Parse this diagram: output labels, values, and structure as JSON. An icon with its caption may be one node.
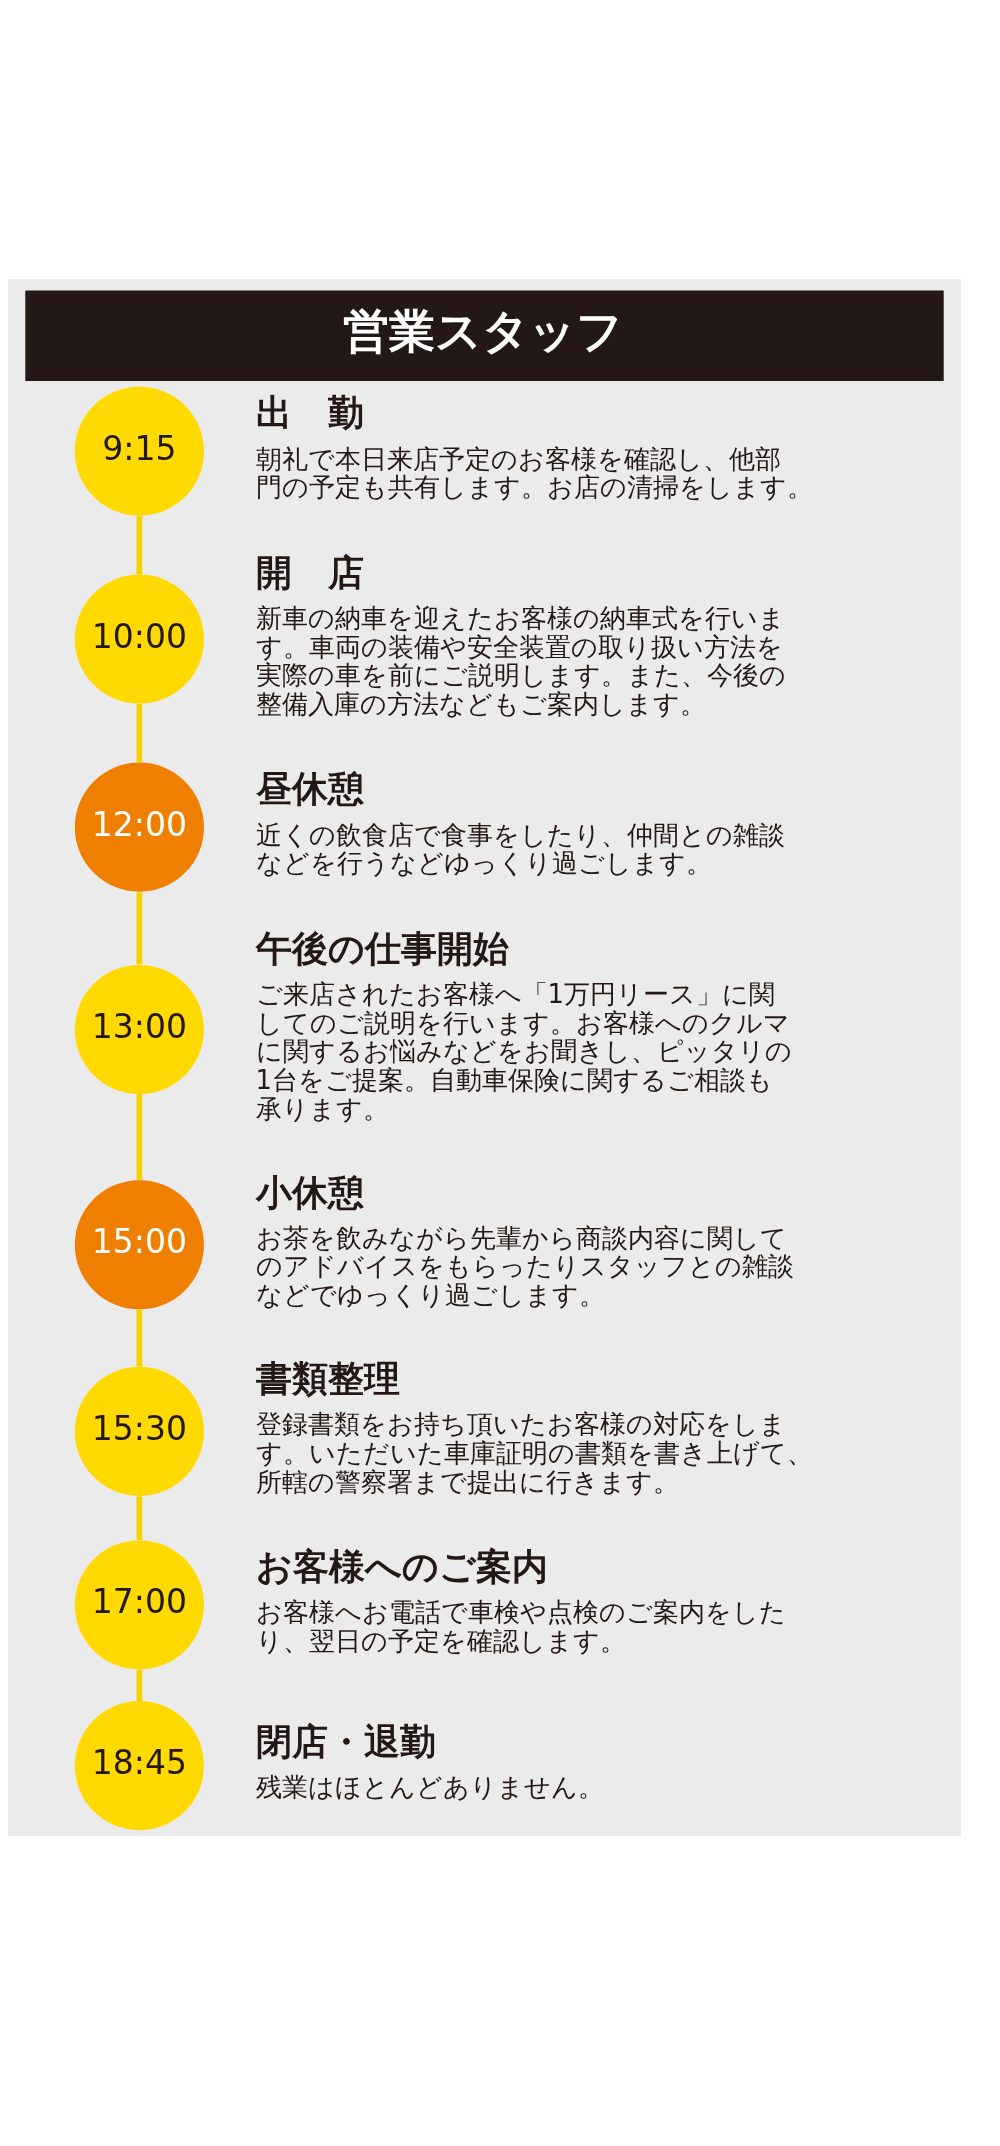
{
  "diagram": {
    "title": "営業スタッフ",
    "nodes": [
      {
        "text": [
          "9:15"
        ],
        "beside": [
          "出　勤",
          "朝礼で本日来店予定のお客様を確認し、他部門の予定も共有します。お店の清掃をします。"
        ]
      },
      {
        "text": [
          "10:00"
        ],
        "beside": [
          "開　店",
          "新車の納車を迎えたお客様の納車式を行います。車両の装備や安全装置の取り扱い方法を実際の車を前にご説明します。また、今後の整備入庫の方法などもご案内します。"
        ]
      },
      {
        "text": [
          "12:00"
        ],
        "beside": [
          "昼休憩",
          "近くの飲食店で食事をしたり、仲間との雑談などを行うなどゆっくり過ごします。"
        ]
      },
      {
        "text": [
          "13:00"
        ],
        "beside": [
          "午後の仕事開始",
          "ご来店されたお客様へ「1万円リース」に関してのご説明を行います。お客様へのクルマに関するお悩みなどをお聞きし、ピッタリの1台をご提案。自動車保険に関するご相談も承ります。"
        ]
      },
      {
        "text": [
          "15:00"
        ],
        "beside": [
          "小休憩",
          "お茶を飲みながら先輩から商談内容に関してのアドバイスをもらったりスタッフとの雑談などでゆっくり過ごします。"
        ]
      },
      {
        "text": [
          "15:30"
        ],
        "beside": [
          "書類整理",
          "登録書類をお持ち頂いたお客様の対応をします。いただいた車庫証明の書類を書き上げて、所轄の警察署まで提出に行きます。"
        ]
      },
      {
        "text": [
          "17:00"
        ],
        "beside": [
          "お客様へのご案内",
          "お客様へお電話で車検や点検のご案内をしたり、翌日の予定を確認します。"
        ]
      },
      {
        "text": [
          "18:45"
        ],
        "beside": [
          "閉店・退勤",
          "残業はほとんどありません。"
        ]
      }
    ],
    "edges": [
      {
        "from": 0,
        "to": 1,
        "arrow": "none"
      },
      {
        "from": 1,
        "to": 2,
        "arrow": "none"
      },
      {
        "from": 2,
        "to": 3,
        "arrow": "none"
      },
      {
        "from": 3,
        "to": 4,
        "arrow": "none"
      },
      {
        "from": 4,
        "to": 5,
        "arrow": "none"
      },
      {
        "from": 5,
        "to": 6,
        "arrow": "none"
      },
      {
        "from": 6,
        "to": 7,
        "arrow": "none"
      }
    ]
  }
}
